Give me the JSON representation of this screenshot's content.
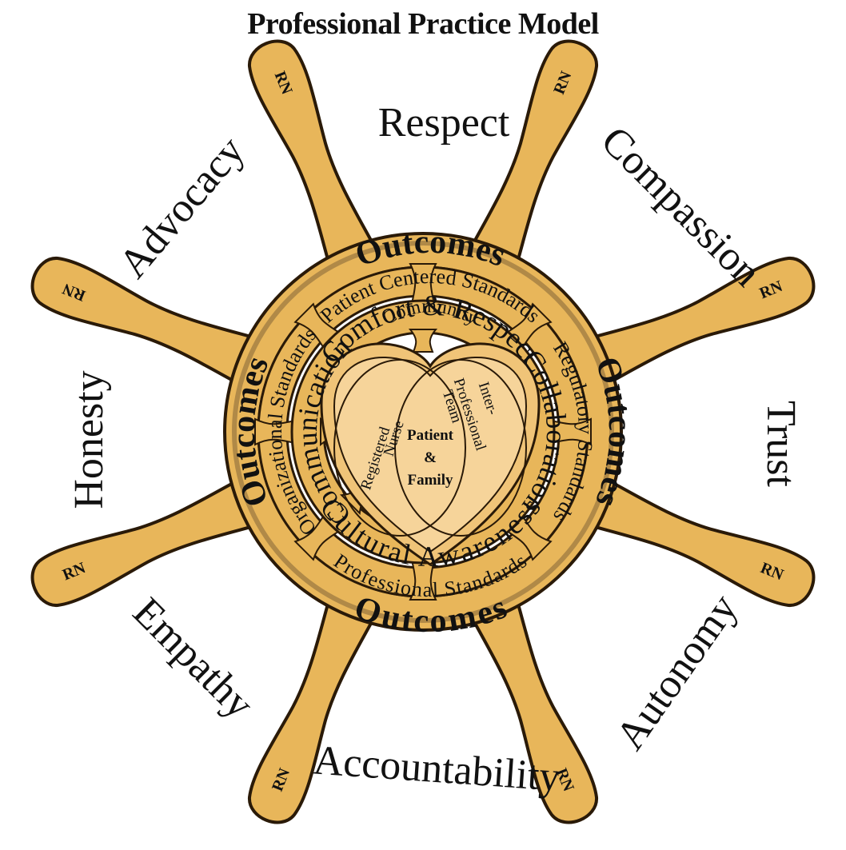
{
  "title": "Professional Practice Model",
  "colors": {
    "gold": "#e8b65a",
    "gold_light": "#f6d49a",
    "outline": "#2a1a08",
    "shadow": "#8a6a3a"
  },
  "values": {
    "respect": "Respect",
    "compassion": "Compassion",
    "trust": "Trust",
    "autonomy": "Autonomy",
    "accountability": "Accountability",
    "empathy": "Empathy",
    "honesty": "Honesty",
    "advocacy": "Advocacy"
  },
  "handle_label": "RN",
  "outer_ring": {
    "outcomes": "Outcomes",
    "patient_centered": "Patient Centered Standards",
    "regulatory": "Regulatory Standards",
    "professional": "Professional Standards",
    "organizational": "Organizational Standards"
  },
  "inner_ring": {
    "comfort": "Comfort & Respect",
    "collaboration": "Collaboration",
    "cultural": "Cultural Awareness",
    "communication": "Communication"
  },
  "heart": {
    "community": "Community",
    "registered": "Registered",
    "nurse": "Nurse",
    "inter": "Inter-",
    "professional": "Professional",
    "team": "Team",
    "patient": "Patient",
    "amp": "&",
    "family": "Family"
  }
}
